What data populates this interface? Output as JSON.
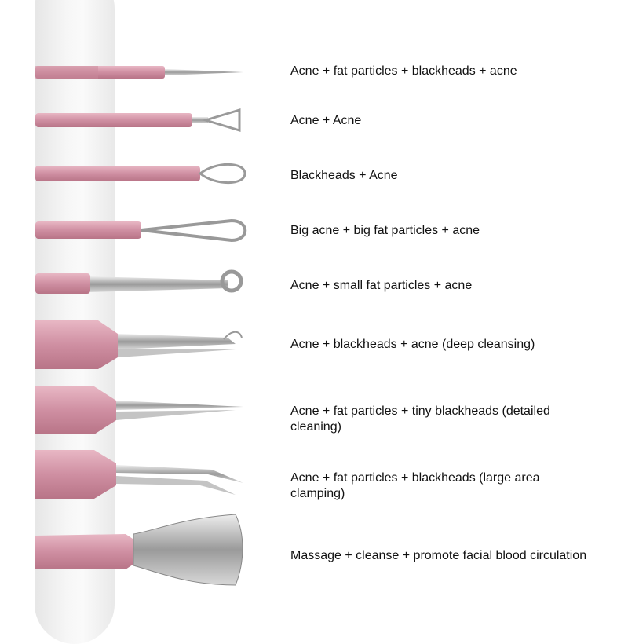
{
  "tools": [
    {
      "name": "needle",
      "description": "Acne + fat particles + blackheads + acne"
    },
    {
      "name": "triangle-loop",
      "description": "Acne + Acne"
    },
    {
      "name": "small-loop",
      "description": "Blackheads + Acne"
    },
    {
      "name": "large-loop",
      "description": "Big acne + big fat particles + acne"
    },
    {
      "name": "ring-loop",
      "description": "Acne + small fat particles + acne"
    },
    {
      "name": "hooked-tweezers",
      "description": "Acne + blackheads + acne (deep cleansing)"
    },
    {
      "name": "pointed-tweezers",
      "description": "Acne + fat particles + tiny blackheads (detailed cleaning)"
    },
    {
      "name": "curved-tweezers",
      "description": "Acne + fat particles + blackheads (large area clamping)"
    },
    {
      "name": "spatula",
      "description": "Massage + cleanse + promote facial blood circulation"
    }
  ],
  "colors": {
    "handle": "#d49aab",
    "metal": "#b8b8b8"
  }
}
